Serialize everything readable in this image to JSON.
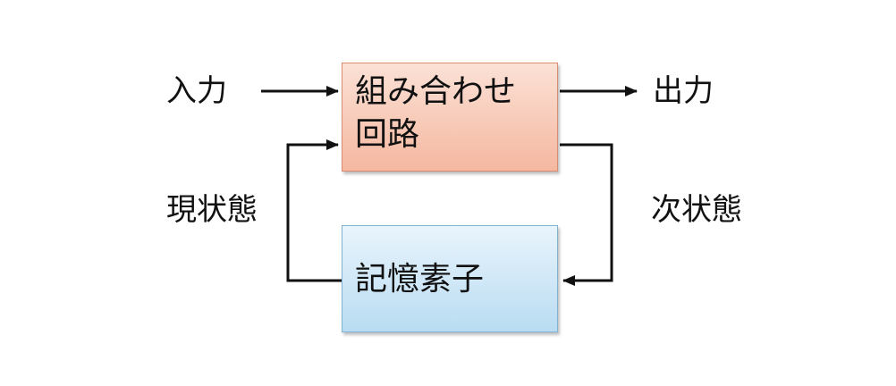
{
  "diagram": {
    "input_label": "入力",
    "output_label": "出力",
    "current_state_label": "現状態",
    "next_state_label": "次状態",
    "combinational_circuit": {
      "line1": "組み合わせ",
      "line2": "回路"
    },
    "memory_element": "記憶素子"
  },
  "colors": {
    "combinational_fill_top": "#fbe1d6",
    "combinational_fill_bottom": "#f5b8a0",
    "memory_fill_top": "#e9f4fc",
    "memory_fill_bottom": "#b9dcf2",
    "line": "#111111"
  }
}
